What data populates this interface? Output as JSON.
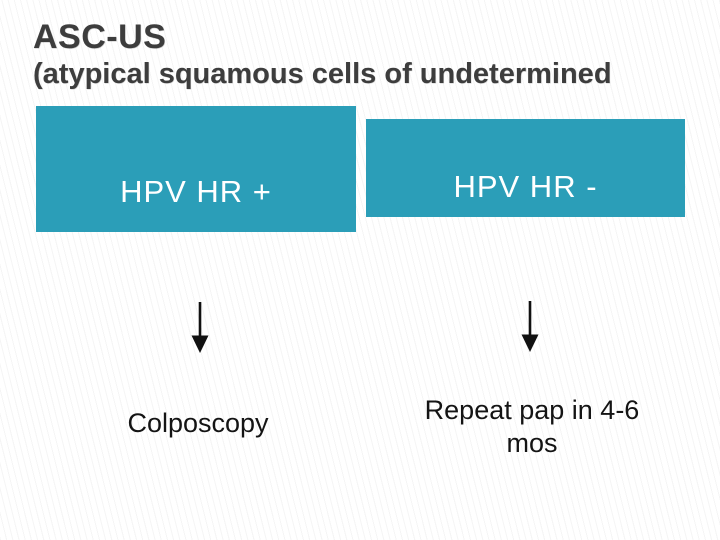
{
  "slide": {
    "title": "ASC-US",
    "subtitle": "(atypical squamous cells of undetermined",
    "colors": {
      "background": "#ffffff",
      "box_fill": "#2b9eb8",
      "box_text": "#ffffff",
      "title_text": "#3d3d3d",
      "body_text": "#141414",
      "arrow": "#111111"
    },
    "branches": [
      {
        "id": "hpv-positive",
        "box_label": "HPV HR +",
        "arrow_icon": "down-arrow-icon",
        "outcome": "Colposcopy"
      },
      {
        "id": "hpv-negative",
        "box_label": "HPV HR -",
        "arrow_icon": "down-arrow-icon",
        "outcome": "Repeat pap in 4-6 mos"
      }
    ]
  }
}
